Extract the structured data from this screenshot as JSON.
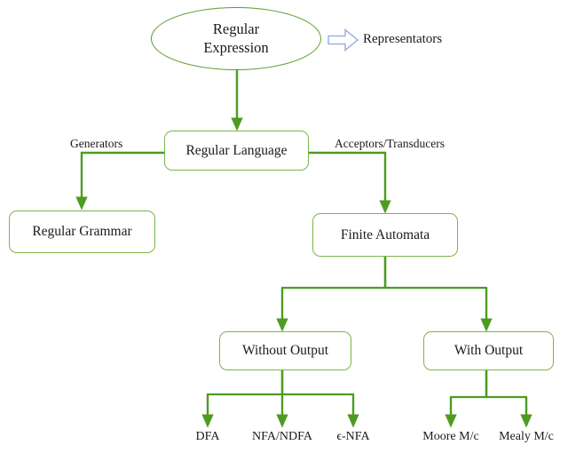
{
  "title": "Regular Expression Hierarchy Diagram",
  "colors": {
    "line_green": "#4e9b22",
    "box_border_green": "#7ab648",
    "ellipse_border_green": "#5b9b2e",
    "block_arrow_outline": "#8fa8d8",
    "text": "#1a1a1a",
    "background": "#ffffff"
  },
  "nodes": {
    "root": {
      "label": "Regular\nExpression",
      "line1": "Regular",
      "line2": "Expression",
      "shape": "ellipse"
    },
    "regular_language": {
      "label": "Regular Language",
      "shape": "rounded-box"
    },
    "regular_grammar": {
      "label": "Regular Grammar",
      "shape": "rounded-box"
    },
    "finite_automata": {
      "label": "Finite Automata",
      "shape": "rounded-box"
    },
    "without_output": {
      "label": "Without Output",
      "shape": "rounded-box"
    },
    "with_output": {
      "label": "With Output",
      "shape": "rounded-box"
    }
  },
  "edge_labels": {
    "generators": "Generators",
    "acceptors_transducers": "Acceptors/Transducers"
  },
  "side_note": {
    "icon": "block-right-arrow-icon",
    "label": "Representators"
  },
  "leaves": {
    "without_output": [
      {
        "label": "DFA"
      },
      {
        "label": "NFA/NDFA"
      },
      {
        "label": "ϵ-NFA"
      }
    ],
    "with_output": [
      {
        "label": "Moore M/c"
      },
      {
        "label": "Mealy M/c"
      }
    ]
  }
}
